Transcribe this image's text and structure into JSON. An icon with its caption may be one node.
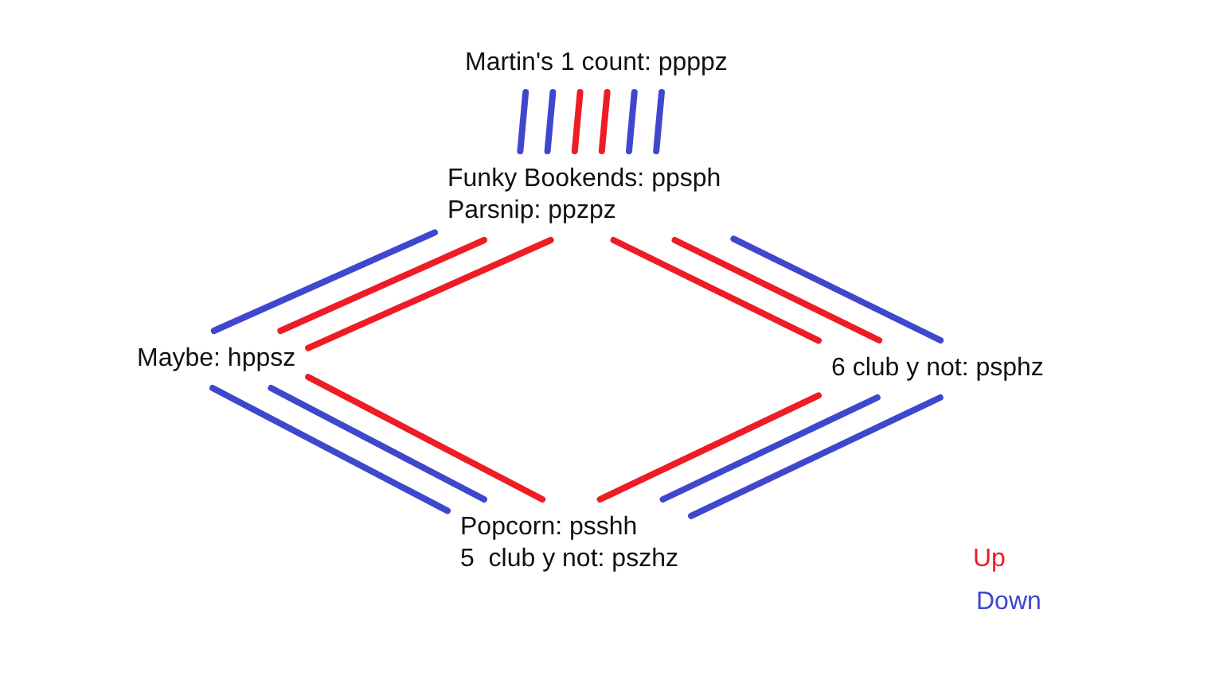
{
  "diagram": {
    "nodes": [
      {
        "text": [
          "Martin's 1 count: ppppz"
        ]
      },
      {
        "text": [
          "Funky Bookends: ppsph",
          "Parsnip: ppzpz"
        ]
      },
      {
        "text": [
          "Maybe: hppsz"
        ]
      },
      {
        "text": [
          "6 club y not: psphz"
        ]
      },
      {
        "text": [
          "Popcorn: psshh",
          "5  club y not: pszhz"
        ]
      }
    ],
    "edges": [
      {
        "from": 0,
        "to": 1,
        "arrow": "none"
      },
      {
        "from": 0,
        "to": 1,
        "arrow": "none"
      },
      {
        "from": 0,
        "to": 1,
        "arrow": "none",
        "color": "#ee1c24"
      },
      {
        "from": 0,
        "to": 1,
        "arrow": "none",
        "color": "#ee1c24"
      },
      {
        "from": 0,
        "to": 1,
        "arrow": "none"
      },
      {
        "from": 0,
        "to": 1,
        "arrow": "none"
      },
      {
        "from": 1,
        "to": 2,
        "arrow": "none"
      },
      {
        "from": 1,
        "to": 2,
        "arrow": "none",
        "color": "#ee1c24"
      },
      {
        "from": 1,
        "to": 2,
        "arrow": "none",
        "color": "#ee1c24"
      },
      {
        "from": 1,
        "to": 3,
        "arrow": "none",
        "color": "#ee1c24"
      },
      {
        "from": 1,
        "to": 3,
        "arrow": "none",
        "color": "#ee1c24"
      },
      {
        "from": 1,
        "to": 3,
        "arrow": "none"
      },
      {
        "from": 2,
        "to": 4,
        "arrow": "none"
      },
      {
        "from": 2,
        "to": 4,
        "arrow": "none"
      },
      {
        "from": 2,
        "to": 4,
        "arrow": "none",
        "color": "#ee1c24"
      },
      {
        "from": 3,
        "to": 4,
        "arrow": "none",
        "color": "#ee1c24"
      },
      {
        "from": 3,
        "to": 4,
        "arrow": "none"
      },
      {
        "from": 3,
        "to": 4,
        "arrow": "none"
      }
    ],
    "legend": [
      {
        "text": "Up",
        "color": "#ee1c24"
      },
      {
        "text": "Down",
        "color": "#3f48cc"
      }
    ]
  }
}
